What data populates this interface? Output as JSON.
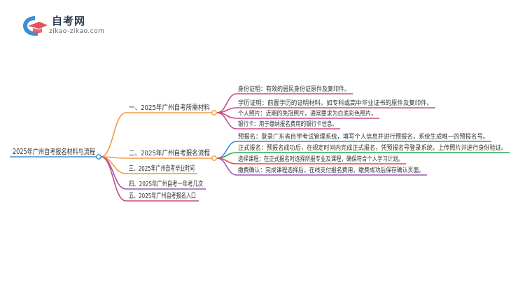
{
  "logo": {
    "title": "自考网",
    "domain": "zikao-zikao.com",
    "colors": {
      "red": "#e8505b",
      "blue": "#3b8fd6",
      "navy": "#2c3e50"
    }
  },
  "mindmap": {
    "root": {
      "label": "2025年广州自考报名材料与流程",
      "color": "#3a8ec9"
    },
    "branches": [
      {
        "label": "一、2025年广州自考所需材料",
        "color": "#f39a3c",
        "children": [
          {
            "label": "身份证明：有效的居民身份证原件及复印件。",
            "color": "#c94b8a"
          },
          {
            "label": "学历证明：前置学历的证明材料，如专科或高中毕业证书的原件及复印件。",
            "color": "#c94b8a"
          },
          {
            "label": "个人照片：近期的免冠照片，通常要求为白底彩色照片。",
            "color": "#c94b8a"
          },
          {
            "label": "银行卡：用于缴纳报名费用的银行卡信息。",
            "color": "#c94b8a"
          }
        ]
      },
      {
        "label": "二、2025年广州自考报名流程",
        "color": "#f39a3c",
        "children": [
          {
            "label": "预报名：登录广东省自学考试管理系统，填写个人信息并进行预报名，系统生成唯一的预报名号。",
            "color": "#2c8fd0"
          },
          {
            "label": "正式报名：预报名成功后，在规定时间内完成正式报名，凭预报名号登录系统，上传照片并进行身份验证。",
            "color": "#2ea84a"
          },
          {
            "label": "选择课程：在正式报名时选择所报专业及课程，确保符合个人学习计划。",
            "color": "#e84c3d"
          },
          {
            "label": "缴费确认：完成课程选择后，在线支付报名费用，缴费成功后保存确认页面。",
            "color": "#9b59b6"
          }
        ]
      },
      {
        "label": "三、2025年广州自考毕业时间",
        "color": "#f39a3c",
        "children": []
      },
      {
        "label": "四、2025年广州自考一年考几次",
        "color": "#9b59b6",
        "children": []
      },
      {
        "label": "五、2025年广州自考报名入口",
        "color": "#c94b8a",
        "children": []
      }
    ]
  }
}
